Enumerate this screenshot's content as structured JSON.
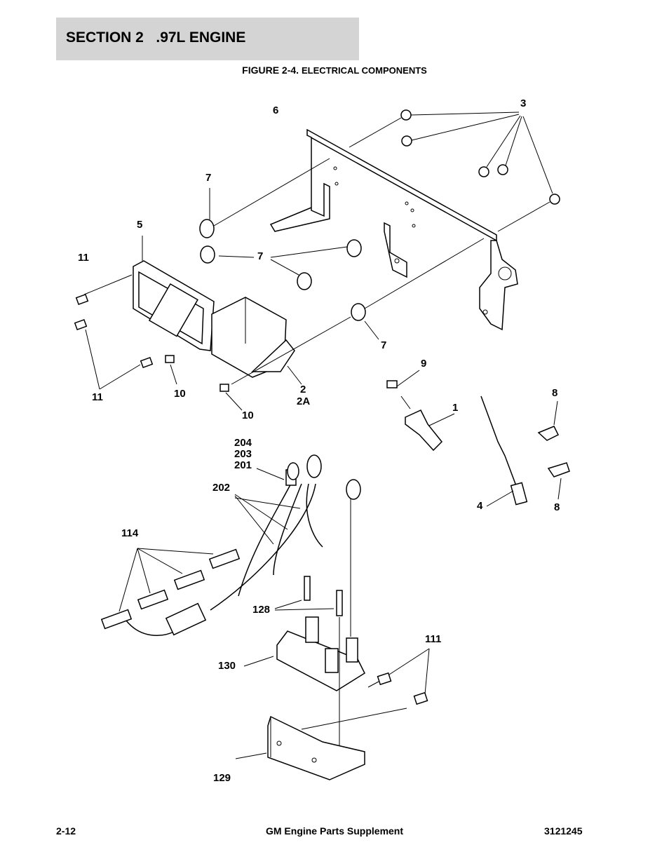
{
  "header": {
    "section": "SECTION 2   .97L ENGINE"
  },
  "figure": {
    "number": "FIGURE 2-4.",
    "title": "ELECTRICAL COMPONENTS"
  },
  "callouts": {
    "c1": "1",
    "c2": "2",
    "c2a": "2A",
    "c3": "3",
    "c4": "4",
    "c5": "5",
    "c6": "6",
    "c7a": "7",
    "c7b": "7",
    "c7c": "7",
    "c8a": "8",
    "c8b": "8",
    "c9": "9",
    "c10a": "10",
    "c10b": "10",
    "c11a": "11",
    "c11b": "11",
    "c111": "111",
    "c114": "114",
    "c128": "128",
    "c129": "129",
    "c130": "130",
    "c201": "201",
    "c202": "202",
    "c203": "203",
    "c204": "204"
  },
  "footer": {
    "page": "2-12",
    "manual": "GM Engine Parts Supplement",
    "doc_number": "3121245"
  }
}
